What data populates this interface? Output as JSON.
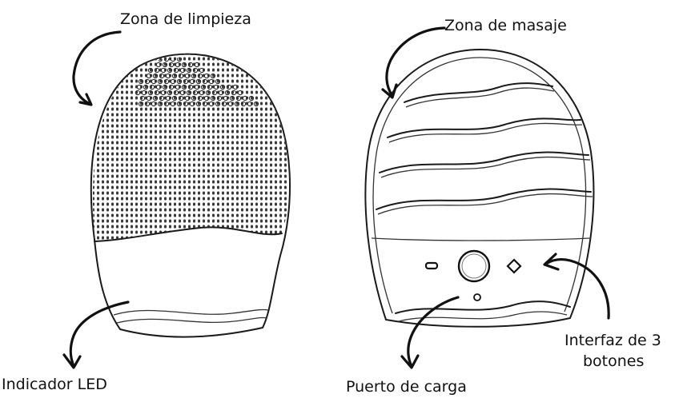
{
  "labels": {
    "cleaning_zone": "Zona de limpieza",
    "massage_zone": "Zona de masaje",
    "led_indicator": "Indicador LED",
    "charging_port": "Puerto de carga",
    "button_interface_line1": "Interfaz de 3",
    "button_interface_line2": "botones"
  },
  "colors": {
    "ink": "#111111",
    "background": "#ffffff"
  }
}
